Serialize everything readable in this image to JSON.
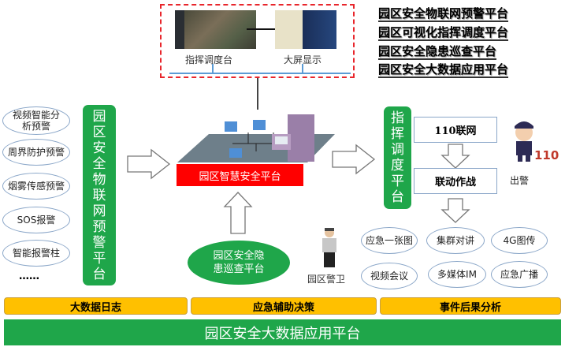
{
  "top_panel": {
    "left_label": "指挥调度台",
    "right_label": "大屏显示"
  },
  "titles": [
    "园区安全物联网预警平台",
    "园区可视化指挥调度平台",
    "园区安全隐患巡查平台",
    "园区安全大数据应用平台"
  ],
  "left_items": [
    "视频智能分析预警",
    "周界防护预警",
    "烟雾传感预警",
    "SOS报警",
    "智能报警柱",
    "……"
  ],
  "iot_platform": "园区安全物联网预警平台",
  "center_platform": "园区智慧安全平台",
  "patrol_platform": "园区安全隐患巡查平台",
  "guard_label": "园区警卫",
  "dispatch_platform": "指挥调度平台",
  "box_110": "110联网",
  "box_joint": "联动作战",
  "police_label": "出警",
  "police_badge": "110",
  "tools": [
    "应急一张图",
    "集群对讲",
    "4G图传",
    "视频会议",
    "多媒体IM",
    "应急广播"
  ],
  "bottom_bars": [
    "大数据日志",
    "应急辅助决策",
    "事件后果分析"
  ],
  "bottom_platform": "园区安全大数据应用平台"
}
